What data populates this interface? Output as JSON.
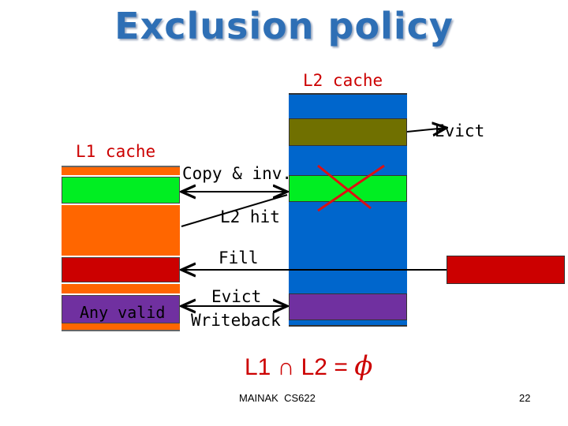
{
  "slide": {
    "title": "Exclusion policy",
    "footer_text": "MAINAK  CS622",
    "page_number": "22"
  },
  "diagram": {
    "l1_label": "L1 cache",
    "l2_label": "L2 cache",
    "copy_inv_label": "Copy & inv.",
    "l2_hit_label": "L2 hit",
    "fill_label": "Fill",
    "evict_top_label": "Evict",
    "evict_label": "Evict",
    "writeback_label": "Writeback",
    "any_valid_label": "Any valid",
    "equation": {
      "l1": "L1",
      "cap": "∩",
      "l2": "L2",
      "eq": "=",
      "empty": "ϕ"
    }
  },
  "colors": {
    "title": "#2e6fb5",
    "green": "#00ee22",
    "orange": "#ff6600",
    "dark_red": "#cc0000",
    "purple": "#7030a0",
    "blue": "#0066cc",
    "olive": "#707000",
    "x_mark": "#dd1111"
  }
}
